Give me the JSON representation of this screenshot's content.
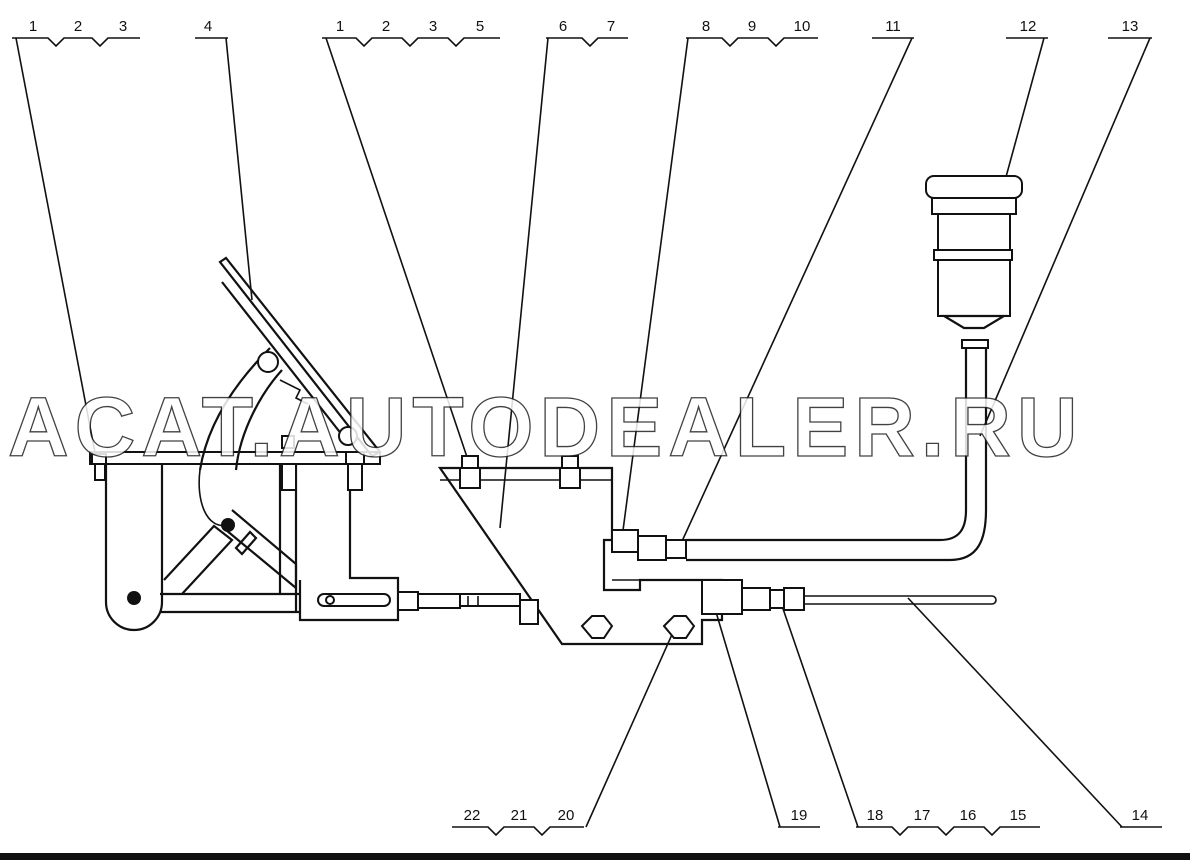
{
  "watermark": "ACAT.AUTODEALER.RU",
  "labels": {
    "g1": [
      "1",
      "2",
      "3"
    ],
    "l4": "4",
    "g2": [
      "1",
      "2",
      "3",
      "5"
    ],
    "g3": [
      "6",
      "7"
    ],
    "g4": [
      "8",
      "9",
      "10"
    ],
    "l11": "11",
    "l12": "12",
    "l13": "13",
    "l14": "14",
    "b1": [
      "22",
      "21",
      "20"
    ],
    "l19": "19",
    "b2": [
      "18",
      "17",
      "16",
      "15"
    ]
  }
}
